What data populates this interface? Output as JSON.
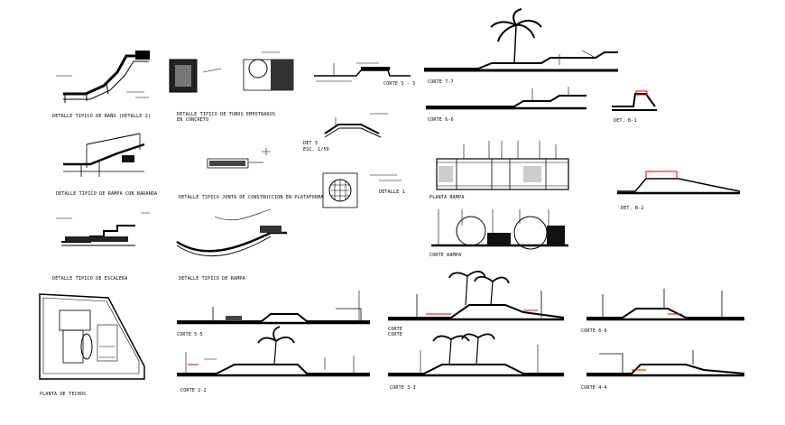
{
  "sheet": {
    "labels": {
      "detalle_bano": "DETALLE TIPICO DE BAÑO (DETALLE 2)",
      "detalle_tubos": "DETALLE TIPICO DE TUBOS EMPOTRADOS EN CONCRETO",
      "corte_3_3_top": "CORTE 3 - 3",
      "corte_7_7": "CORTE 7-7",
      "corte_6_6_top": "CORTE 6-6",
      "det_b1": "DET. B-1",
      "detalle_rampa_baranda": "DETALLE TIPICO DE RAMPA CON BARANDA",
      "det_3": "DET 3",
      "esc": "ESC. 1/50",
      "planta_rampa": "PLANTA RAMPA",
      "det_b2": "DET. B-2",
      "detalle_junta": "DETALLE TIPICO JUNTA DE CONSTRUCCION EN PLATAFORMA",
      "detalle_1": "DETALLE 1",
      "corte_rampa": "CORTE RAMPA",
      "detalle_escalera": "DETALLE TIPICO DE ESCALERA",
      "detalle_rampa": "DETALLE TIPICO DE RAMPA",
      "corte_5_5": "CORTE 5-5",
      "corte_2_2": "CORTE 2-2",
      "corte_3_3_bottom": "CORTE 3-3",
      "corte_6_6_bottom": "CORTE 6-6",
      "corte_4_4": "CORTE 4-4",
      "planta_techos": "PLANTA DE TECHOS",
      "corte_1": "CORTE",
      "corte_2": "CORTE"
    },
    "colors": {
      "line": "#000000",
      "accent": "#e00000",
      "background": "#ffffff"
    }
  }
}
